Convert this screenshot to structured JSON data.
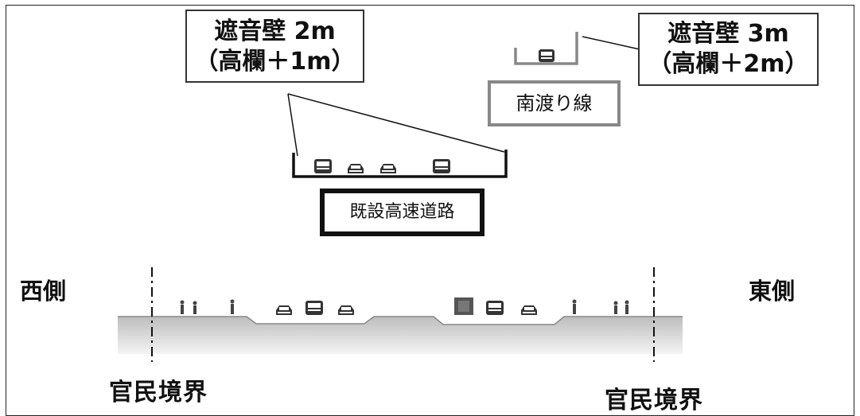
{
  "callouts": {
    "wall_2m": {
      "line1": "遮音壁 2m",
      "line2": "（高欄＋1m）"
    },
    "wall_3m": {
      "line1": "遮音壁 3m",
      "line2": "（高欄＋2m）"
    }
  },
  "labels": {
    "south_ramp": "南渡り線",
    "existing_expressway": "既設高速道路"
  },
  "sides": {
    "west": "西側",
    "east": "東側"
  },
  "boundary": {
    "left": "官民境界",
    "right": "官民境界"
  },
  "colors": {
    "line": "#111111",
    "ground": "#c8c8c8",
    "ramp_box_border": "#888888"
  }
}
